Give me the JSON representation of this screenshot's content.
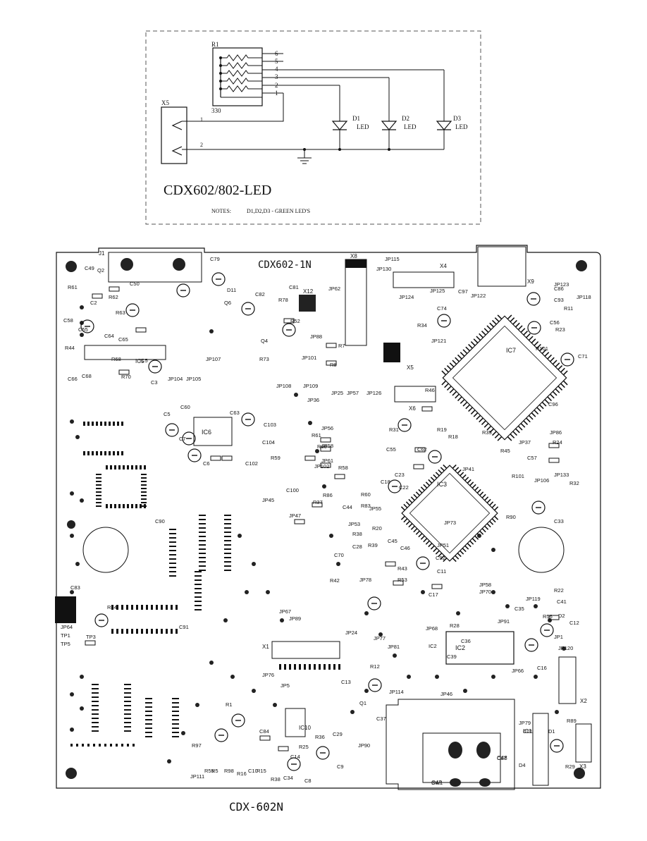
{
  "schematic": {
    "title": "CDX602/802-LED",
    "notes_label": "NOTES:",
    "notes_text": "D1,D2,D3 - GREEN LED'S",
    "resistor_network": {
      "ref": "R1",
      "value": "330",
      "pins": [
        "6",
        "5",
        "4",
        "3",
        "2",
        "1"
      ]
    },
    "connector": {
      "ref": "X5",
      "pins": [
        "1",
        "2"
      ]
    },
    "leds": [
      {
        "ref": "D1",
        "type": "LED"
      },
      {
        "ref": "D2",
        "type": "LED"
      },
      {
        "ref": "D3",
        "type": "LED"
      }
    ]
  },
  "board": {
    "top_label": "CDX602-1N",
    "bottom_label": "CDX-602N",
    "connector_j1": "J1",
    "ic_labels": [
      "IC7",
      "IC3",
      "IC2",
      "IC6",
      "IC5",
      "IC10",
      "IC1",
      "X1",
      "X2",
      "X3",
      "X4",
      "X5",
      "X6",
      "X8",
      "X9",
      "X12"
    ],
    "component_labels": [
      "C49",
      "Q2",
      "R61",
      "C50",
      "R62",
      "C2",
      "C58",
      "C55",
      "R63",
      "C64",
      "C65",
      "R44",
      "C66",
      "C68",
      "R68",
      "R70",
      "C3",
      "IC5",
      "C79",
      "D11",
      "Q6",
      "C82",
      "R78",
      "C81",
      "R52",
      "Q4",
      "JP88",
      "R7",
      "R8",
      "JP101",
      "R73",
      "JP107",
      "JP104",
      "JP105",
      "JP108",
      "JP109",
      "C5",
      "C60",
      "C7",
      "C6",
      "C63",
      "C103",
      "C104",
      "C102",
      "R59",
      "R61",
      "R60",
      "JP56",
      "JP58",
      "JP61",
      "R58",
      "JP102",
      "JP36",
      "JP25",
      "JP57",
      "JP126",
      "JP62",
      "JP115",
      "JP130",
      "JP124",
      "JP125",
      "C74",
      "R34",
      "JP121",
      "C97",
      "JP122",
      "C86",
      "C93",
      "JP123",
      "JP118",
      "R11",
      "C56",
      "R23",
      "R101",
      "C71",
      "R46",
      "C96",
      "R19",
      "R35",
      "R45",
      "JP37",
      "JP86",
      "R24",
      "R31",
      "C55",
      "C62",
      "R18",
      "JP41",
      "C18",
      "C22",
      "C23",
      "C57",
      "R101",
      "JP106",
      "JP133",
      "R32",
      "R90",
      "C33",
      "C100",
      "JP45",
      "JP47",
      "R37",
      "R86",
      "R60",
      "C44",
      "R83",
      "JP55",
      "JP53",
      "R38",
      "R20",
      "C28",
      "R39",
      "C45",
      "C46",
      "C70",
      "R42",
      "JP78",
      "R43",
      "R53",
      "C11",
      "JP58",
      "JP70",
      "JP73",
      "JP51",
      "C92",
      "C17",
      "R22",
      "JP119",
      "C35",
      "C41",
      "D2",
      "R56",
      "C12",
      "JP1",
      "JP120",
      "JP91",
      "JP68",
      "R28",
      "C36",
      "IC2",
      "C39",
      "JP66",
      "C16",
      "C83",
      "JP64",
      "TP1",
      "TP5",
      "TP3",
      "R84",
      "C91",
      "C90",
      "JP67",
      "JP89",
      "JP24",
      "JP77",
      "JP81",
      "JP76",
      "JP5",
      "R12",
      "C13",
      "JP114",
      "JP46",
      "C37",
      "Q1",
      "R1",
      "C48",
      "C47",
      "C85",
      "C84",
      "R25",
      "R36",
      "C29",
      "C14",
      "R97",
      "JP111",
      "R55",
      "R5",
      "R98",
      "R16",
      "C10",
      "R15",
      "R38",
      "C34",
      "C8",
      "C9",
      "JP90",
      "JP79",
      "D4",
      "D1",
      "R89",
      "R29",
      "C87",
      "SW1",
      "C01",
      "IC1"
    ]
  }
}
